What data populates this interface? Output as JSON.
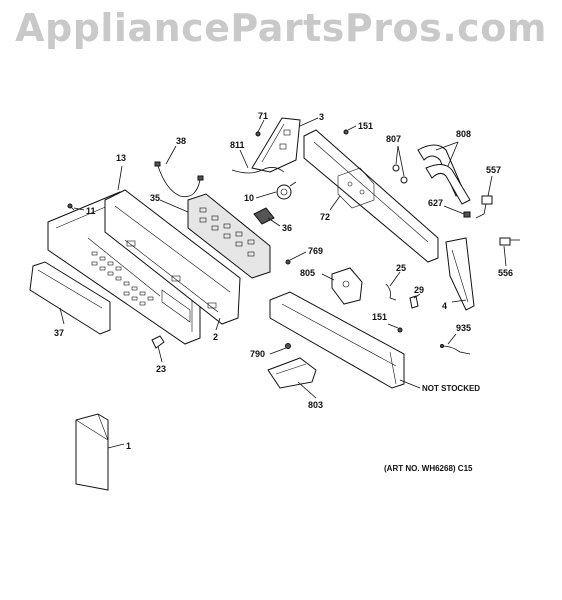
{
  "watermark": "AppliancePartsPros.com",
  "callouts": [
    {
      "id": "1",
      "text": "1"
    },
    {
      "id": "2",
      "text": "2"
    },
    {
      "id": "3",
      "text": "3"
    },
    {
      "id": "4",
      "text": "4"
    },
    {
      "id": "10",
      "text": "10"
    },
    {
      "id": "11",
      "text": "11"
    },
    {
      "id": "13",
      "text": "13"
    },
    {
      "id": "23",
      "text": "23"
    },
    {
      "id": "25",
      "text": "25"
    },
    {
      "id": "29",
      "text": "29"
    },
    {
      "id": "35",
      "text": "35"
    },
    {
      "id": "36",
      "text": "36"
    },
    {
      "id": "37",
      "text": "37"
    },
    {
      "id": "38",
      "text": "38"
    },
    {
      "id": "71",
      "text": "71"
    },
    {
      "id": "72",
      "text": "72"
    },
    {
      "id": "151a",
      "text": "151"
    },
    {
      "id": "151b",
      "text": "151"
    },
    {
      "id": "556",
      "text": "556"
    },
    {
      "id": "557",
      "text": "557"
    },
    {
      "id": "627",
      "text": "627"
    },
    {
      "id": "769",
      "text": "769"
    },
    {
      "id": "790",
      "text": "790"
    },
    {
      "id": "803",
      "text": "803"
    },
    {
      "id": "805",
      "text": "805"
    },
    {
      "id": "807",
      "text": "807"
    },
    {
      "id": "808",
      "text": "808"
    },
    {
      "id": "811",
      "text": "811"
    },
    {
      "id": "935",
      "text": "935"
    }
  ],
  "notes": {
    "not_stocked": "NOT STOCKED",
    "art_no": "(ART NO. WH6268) C15"
  }
}
